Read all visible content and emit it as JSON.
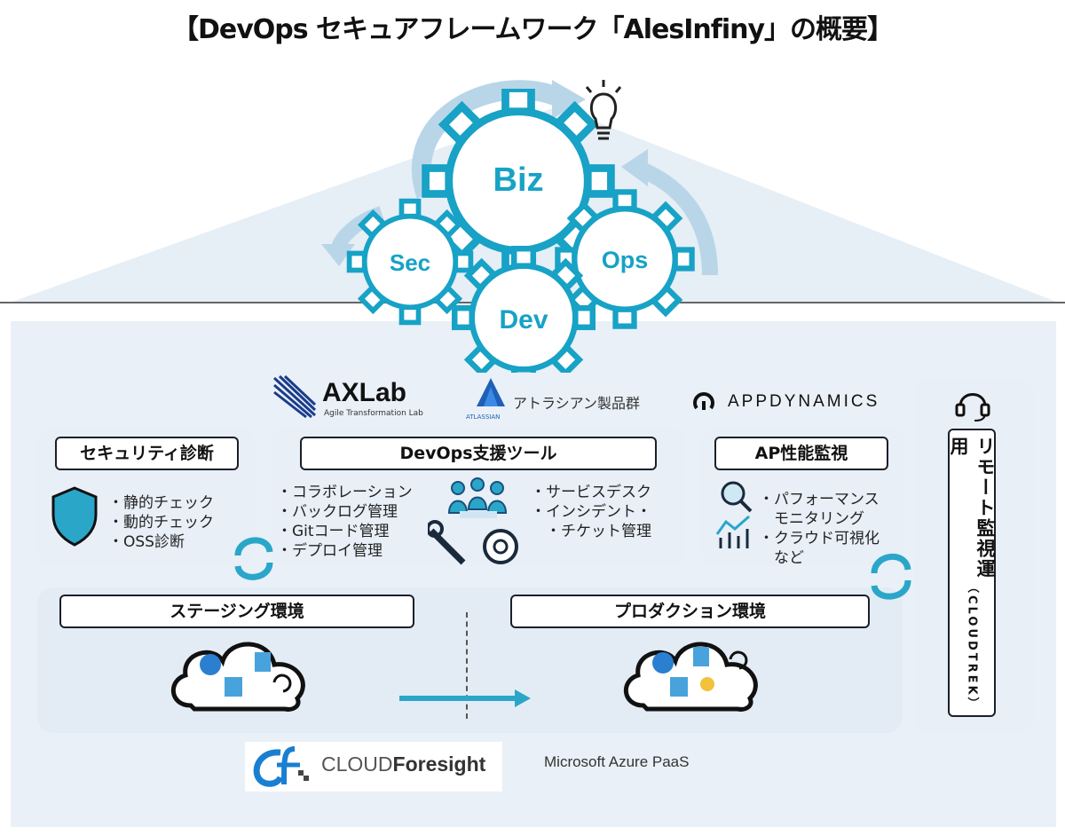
{
  "title": "【DevOps セキュアフレームワーク「AlesInfiny」の概要】",
  "gears": {
    "biz": "Biz",
    "sec": "Sec",
    "dev": "Dev",
    "ops": "Ops"
  },
  "logos": {
    "axlab": "AXLab",
    "axlab_sub": "Agile Transformation Lab",
    "atlassian_text": "アトラシアン製品群",
    "atlassian_icon_label": "ATLASSIAN",
    "appdynamics": "APPDYNAMICS",
    "cloudforesight_a": "CLOUD",
    "cloudforesight_b": "Foresight",
    "azure": "Microsoft Azure PaaS"
  },
  "security": {
    "title": "セキュリティ診断",
    "items": [
      "静的チェック",
      "動的チェック",
      "OSS診断"
    ]
  },
  "devops": {
    "title": "DevOps支援ツール",
    "left_items": [
      "コラボレーション",
      "バックログ管理",
      "Gitコード管理",
      "デプロイ管理"
    ],
    "right_items": [
      "サービスデスク",
      "インシデント・",
      "チケット管理"
    ]
  },
  "ap": {
    "title": "AP性能監視",
    "items": [
      "パフォーマンス",
      "モニタリング",
      "クラウド可視化",
      "など"
    ]
  },
  "remote": {
    "title": "リモート監視運用",
    "sub": "（CLOUDTREK）"
  },
  "staging": {
    "title": "ステージング環境"
  },
  "production": {
    "title": "プロダクション環境"
  },
  "colors": {
    "accent": "#17a2c6",
    "panel": "#e8eff7",
    "arrow": "#b9d6e8",
    "border": "#1b1f2a"
  }
}
